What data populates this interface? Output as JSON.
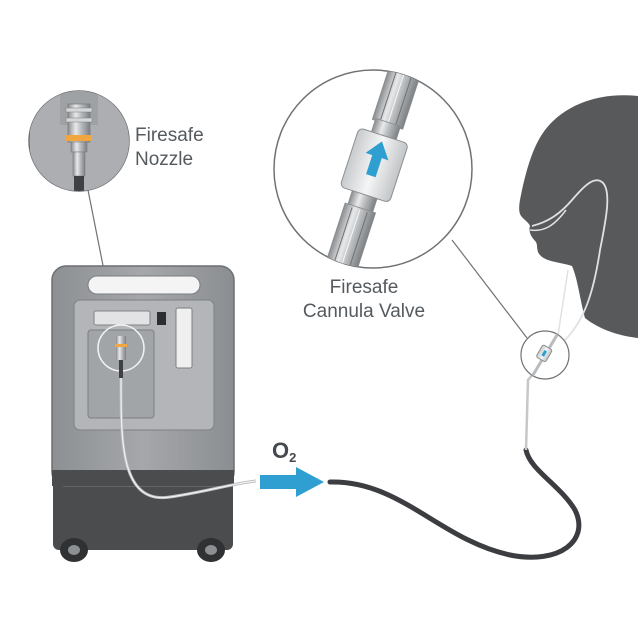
{
  "labels": {
    "nozzle": [
      "Firesafe",
      "Nozzle"
    ],
    "valve": [
      "Firesafe",
      "Cannula Valve"
    ],
    "o2_main": "O",
    "o2_sub": "2"
  },
  "colors": {
    "concentrator_body": "#97999c",
    "concentrator_base": "#4a4c4e",
    "silhouette": "#58595b",
    "arrow": "#2e9fd0",
    "tubing": "#3b3d40",
    "nozzle_ring": "#f2a640"
  }
}
